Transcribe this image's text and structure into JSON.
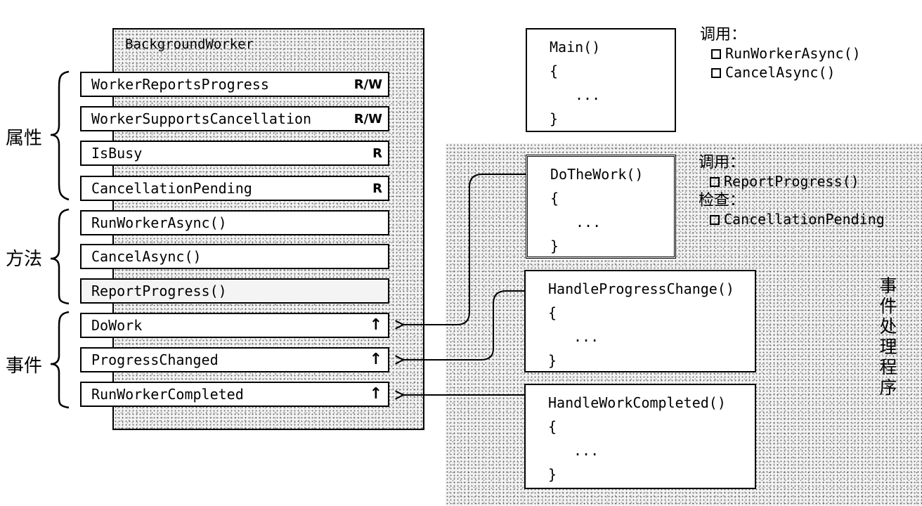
{
  "background_worker": {
    "title": "BackgroundWorker",
    "properties": [
      {
        "name": "WorkerReportsProgress",
        "access": "R/W"
      },
      {
        "name": "WorkerSupportsCancellation",
        "access": "R/W"
      },
      {
        "name": "IsBusy",
        "access": "R"
      },
      {
        "name": "CancellationPending",
        "access": "R"
      }
    ],
    "methods": [
      {
        "name": "RunWorkerAsync()"
      },
      {
        "name": "CancelAsync()"
      },
      {
        "name": "ReportProgress()"
      }
    ],
    "events": [
      {
        "name": "DoWork",
        "icon": "lightning-icon"
      },
      {
        "name": "ProgressChanged",
        "icon": "lightning-icon"
      },
      {
        "name": "RunWorkerCompleted",
        "icon": "lightning-icon"
      }
    ]
  },
  "group_labels": {
    "properties": "属性",
    "methods": "方法",
    "events": "事件"
  },
  "main_code": {
    "signature": "Main()",
    "open": "{",
    "body": "...",
    "close": "}"
  },
  "main_note": {
    "heading": "调用：",
    "items": [
      "RunWorkerAsync()",
      "CancelAsync()"
    ]
  },
  "dowork_code": {
    "signature": "DoTheWork()",
    "open": "{",
    "body": "...",
    "close": "}"
  },
  "dowork_note": {
    "heading1": "调用：",
    "item1": "ReportProgress()",
    "heading2": "检查：",
    "item2": "CancellationPending"
  },
  "progress_code": {
    "signature": "HandleProgressChange()",
    "open": "{",
    "body": "...",
    "close": "}"
  },
  "completed_code": {
    "signature": "HandleWorkCompleted()",
    "open": "{",
    "body": "...",
    "close": "}"
  },
  "handlers_label": [
    "事",
    "件",
    "处",
    "理",
    "程",
    "序"
  ],
  "colors": {
    "ink": "#000000",
    "paper": "#ffffff"
  }
}
